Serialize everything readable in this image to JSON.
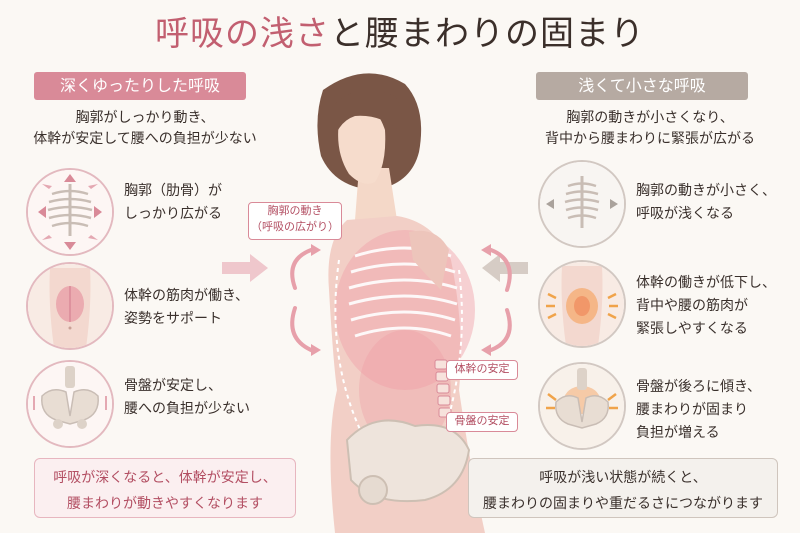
{
  "title": {
    "accent": "呼吸の浅さ",
    "rest": "と腰まわりの固まり"
  },
  "left": {
    "header": "深くゆったりした呼吸",
    "subtitle": [
      "胸郭がしっかり動き、",
      "体幹が安定して腰への負担が少ない"
    ],
    "items": [
      {
        "icon": "ribcage-expand-icon",
        "lines": [
          "胸郭（肋骨）が",
          "しっかり広がる"
        ]
      },
      {
        "icon": "torso-muscle-icon",
        "lines": [
          "体幹の筋肉が働き、",
          "姿勢をサポート"
        ]
      },
      {
        "icon": "pelvis-stable-icon",
        "lines": [
          "骨盤が安定し、",
          "腰への負担が少ない"
        ]
      }
    ],
    "summary": [
      "呼吸が深くなると、体幹が安定し、",
      "腰まわりが動きやすくなります"
    ]
  },
  "right": {
    "header": "浅くて小さな呼吸",
    "subtitle": [
      "胸郭の動きが小さくなり、",
      "背中から腰まわりに緊張が広がる"
    ],
    "items": [
      {
        "icon": "ribcage-small-icon",
        "lines": [
          "胸郭の動きが小さく、",
          "呼吸が浅くなる"
        ]
      },
      {
        "icon": "back-tension-icon",
        "lines": [
          "体幹の働きが低下し、",
          "背中や腰の筋肉が",
          "緊張しやすくなる"
        ]
      },
      {
        "icon": "pelvis-tilt-icon",
        "lines": [
          "骨盤が後ろに傾き、",
          "腰まわりが固まり",
          "負担が増える"
        ]
      }
    ],
    "summary": [
      "呼吸が浅い状態が続くと、",
      "腰まわりの固まりや重だるさにつながります"
    ]
  },
  "figure": {
    "label_rib": [
      "胸郭の動き",
      "（呼吸の広がり）"
    ],
    "label_trunk": "体幹の安定",
    "label_pelvis": "骨盤の安定"
  },
  "colors": {
    "accent": "#c25f70",
    "left_header": "#d98a98",
    "right_header": "#b6aaa2",
    "tension": "#f0a34a"
  }
}
